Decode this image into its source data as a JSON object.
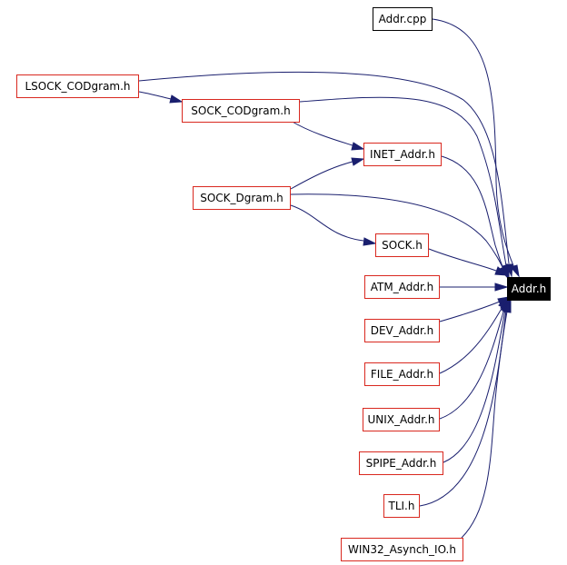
{
  "graph": {
    "target": "Addr.h",
    "nodes": {
      "addr_cpp": "Addr.cpp",
      "lsock_codgram": "LSOCK_CODgram.h",
      "sock_codgram": "SOCK_CODgram.h",
      "inet_addr": "INET_Addr.h",
      "sock_dgram": "SOCK_Dgram.h",
      "sock": "SOCK.h",
      "atm_addr": "ATM_Addr.h",
      "dev_addr": "DEV_Addr.h",
      "file_addr": "FILE_Addr.h",
      "unix_addr": "UNIX_Addr.h",
      "spipe_addr": "SPIPE_Addr.h",
      "tli": "TLI.h",
      "win32_asynch_io": "WIN32_Asynch_IO.h"
    },
    "edges": [
      [
        "Addr.cpp",
        "Addr.h"
      ],
      [
        "LSOCK_CODgram.h",
        "Addr.h"
      ],
      [
        "LSOCK_CODgram.h",
        "SOCK_CODgram.h"
      ],
      [
        "SOCK_CODgram.h",
        "Addr.h"
      ],
      [
        "SOCK_CODgram.h",
        "INET_Addr.h"
      ],
      [
        "INET_Addr.h",
        "Addr.h"
      ],
      [
        "SOCK_Dgram.h",
        "INET_Addr.h"
      ],
      [
        "SOCK_Dgram.h",
        "Addr.h"
      ],
      [
        "SOCK_Dgram.h",
        "SOCK.h"
      ],
      [
        "SOCK.h",
        "Addr.h"
      ],
      [
        "ATM_Addr.h",
        "Addr.h"
      ],
      [
        "DEV_Addr.h",
        "Addr.h"
      ],
      [
        "FILE_Addr.h",
        "Addr.h"
      ],
      [
        "UNIX_Addr.h",
        "Addr.h"
      ],
      [
        "SPIPE_Addr.h",
        "Addr.h"
      ],
      [
        "TLI.h",
        "Addr.h"
      ],
      [
        "WIN32_Asynch_IO.h",
        "Addr.h"
      ]
    ]
  }
}
